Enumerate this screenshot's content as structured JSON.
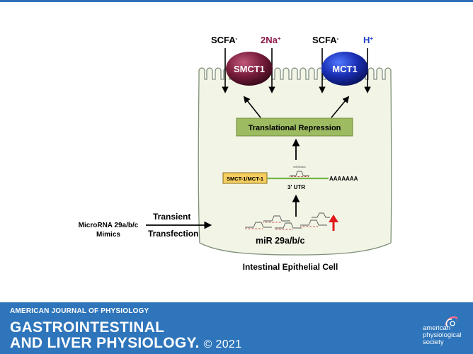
{
  "diagram": {
    "transporters": {
      "smct1": {
        "label": "SMCT1",
        "substrate": "SCFA",
        "substrate_charge": "-",
        "cotransport": "2Na",
        "cotransport_charge": "+"
      },
      "mct1": {
        "label": "MCT1",
        "substrate": "SCFA",
        "substrate_charge": "-",
        "cotransport": "H",
        "cotransport_charge": "+"
      }
    },
    "translational_repression": "Translational Repression",
    "mrna": {
      "gene": "SMCT-1/MCT-1",
      "utr": "3' UTR",
      "polya": "AAAAAAA",
      "mirna_small": "miR29a/b/c"
    },
    "mirna_label": "miR 29a/b/c",
    "mimics": {
      "line1": "MicroRNA 29a/b/c",
      "line2": "Mimics"
    },
    "transient": "Transient",
    "transfection": "Transfection",
    "cell_label": "Intestinal Epithelial Cell"
  },
  "journal": {
    "society_line": "AMERICAN JOURNAL OF PHYSIOLOGY",
    "title_line1": "GASTROINTESTINAL",
    "title_line2": "AND LIVER PHYSIOLOGY.",
    "copyright": "© 2021",
    "publisher_line1": "american",
    "publisher_line2": "physiological",
    "publisher_line3": "society"
  },
  "colors": {
    "smct1": "#7a1e3c",
    "mct1": "#1a2fb5",
    "na_label": "#8b1a4a",
    "h_label": "#1e3fc8",
    "cell_fill": "#f2f5e6",
    "repression_box": "#9dbb61",
    "gene_box": "#f7cf61",
    "utr_line": "#76b347",
    "up_arrow": "#e01b1b",
    "banner": "#2e75bb"
  }
}
